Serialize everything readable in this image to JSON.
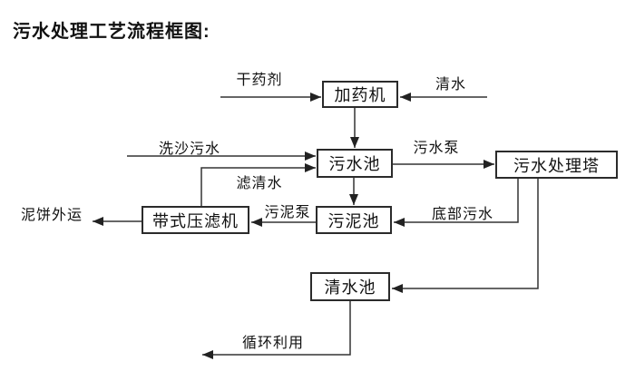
{
  "page": {
    "title": "污水处理工艺流程框图:"
  },
  "diagram": {
    "type": "flowchart",
    "colors": {
      "background": "#ffffff",
      "ink": "#111111",
      "line": "#333333",
      "node_border": "#2b2b2b",
      "node_fill": "#ffffff"
    },
    "nodes": {
      "dosing_machine": {
        "label": "加药机"
      },
      "sewage_pool": {
        "label": "污水池"
      },
      "treatment_tower": {
        "label": "污水处理塔"
      },
      "sludge_pool": {
        "label": "污泥池"
      },
      "belt_filter_press": {
        "label": "带式压滤机"
      },
      "clean_water_pool": {
        "label": "清水池"
      }
    },
    "edges": [
      {
        "from": "external",
        "to": "dosing_machine",
        "label": "干药剂"
      },
      {
        "from": "external",
        "to": "dosing_machine",
        "label": "清水"
      },
      {
        "from": "dosing_machine",
        "to": "sewage_pool",
        "label": ""
      },
      {
        "from": "external",
        "to": "sewage_pool",
        "label": "洗沙污水"
      },
      {
        "from": "belt_filter_press",
        "to": "sewage_pool",
        "label": "滤清水"
      },
      {
        "from": "sewage_pool",
        "to": "treatment_tower",
        "label": "污水泵"
      },
      {
        "from": "sewage_pool",
        "to": "sludge_pool",
        "label": ""
      },
      {
        "from": "treatment_tower",
        "to": "sludge_pool",
        "label": "底部污水"
      },
      {
        "from": "sludge_pool",
        "to": "belt_filter_press",
        "label": "污泥泵"
      },
      {
        "from": "belt_filter_press",
        "to": "external",
        "label": "泥饼外运"
      },
      {
        "from": "treatment_tower",
        "to": "clean_water_pool",
        "label": ""
      },
      {
        "from": "clean_water_pool",
        "to": "external",
        "label": "循环利用"
      }
    ]
  }
}
